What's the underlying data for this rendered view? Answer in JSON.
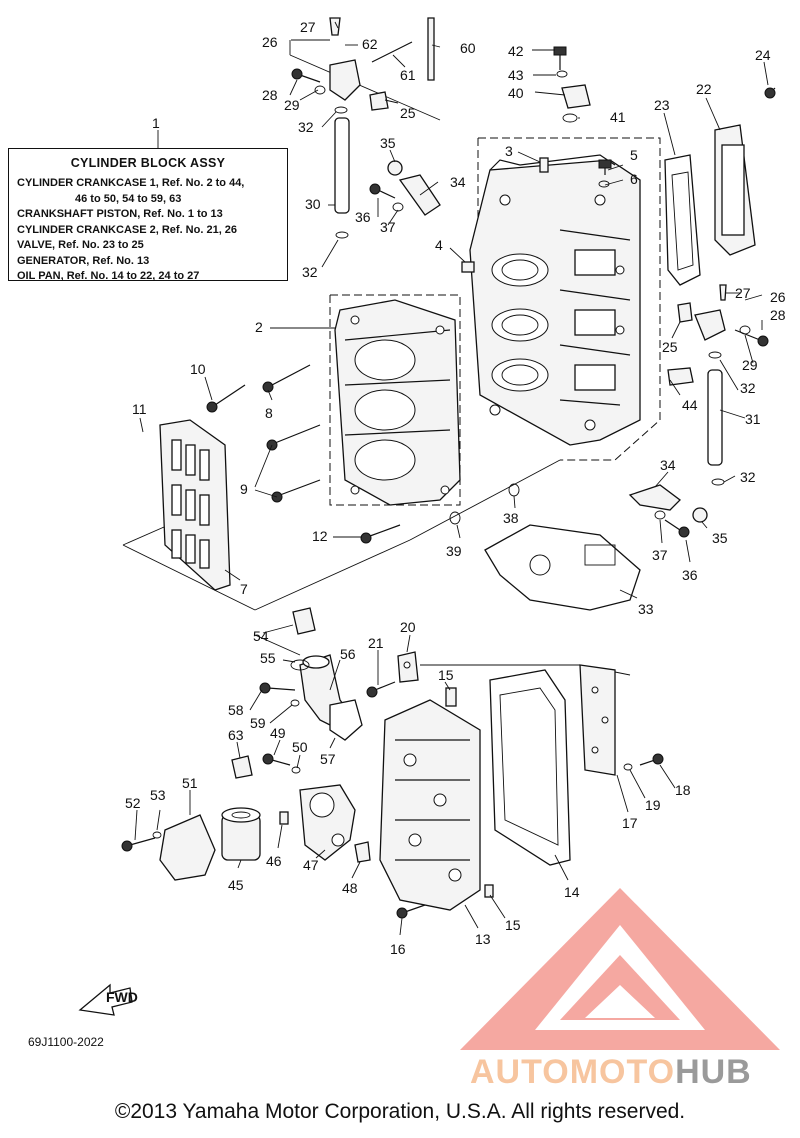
{
  "legend": {
    "title": "CYLINDER BLOCK ASSY",
    "lines": [
      "CYLINDER CRANKCASE 1, Ref. No. 2 to 44,",
      "46 to 50, 54 to 59, 63",
      "CRANKSHAFT PISTON,  Ref. No. 1 to 13",
      "CYLINDER CRANKCASE 2,  Ref. No. 21, 26",
      "VALVE,  Ref. No. 23 to 25",
      "GENERATOR,   Ref. No. 13",
      "OIL PAN,   Ref. No. 14 to 22, 24 to 27"
    ]
  },
  "callouts": [
    "1",
    "2",
    "3",
    "4",
    "5",
    "6",
    "7",
    "8",
    "9",
    "10",
    "11",
    "12",
    "13",
    "14",
    "15",
    "15",
    "16",
    "17",
    "18",
    "19",
    "20",
    "21",
    "22",
    "23",
    "24",
    "25",
    "25",
    "26",
    "26",
    "27",
    "27",
    "28",
    "28",
    "29",
    "29",
    "30",
    "31",
    "32",
    "32",
    "32",
    "32",
    "33",
    "34",
    "34",
    "35",
    "35",
    "36",
    "36",
    "37",
    "37",
    "38",
    "39",
    "40",
    "41",
    "42",
    "43",
    "44",
    "45",
    "46",
    "47",
    "48",
    "49",
    "50",
    "51",
    "52",
    "53",
    "54",
    "55",
    "56",
    "57",
    "58",
    "59",
    "60",
    "61",
    "62",
    "63"
  ],
  "fwd_label": "FWD",
  "diagram_code": "69J1100-2022",
  "copyright": "©2013 Yamaha Motor Corporation, U.S.A. All rights reserved.",
  "watermark": {
    "part1": "AUTOMOTO",
    "part2": "HUB"
  },
  "colors": {
    "ink": "#111111",
    "watermark_red": "#f28b82",
    "watermark_orange": "#f7c59f",
    "watermark_gray": "#9a9a9a"
  }
}
